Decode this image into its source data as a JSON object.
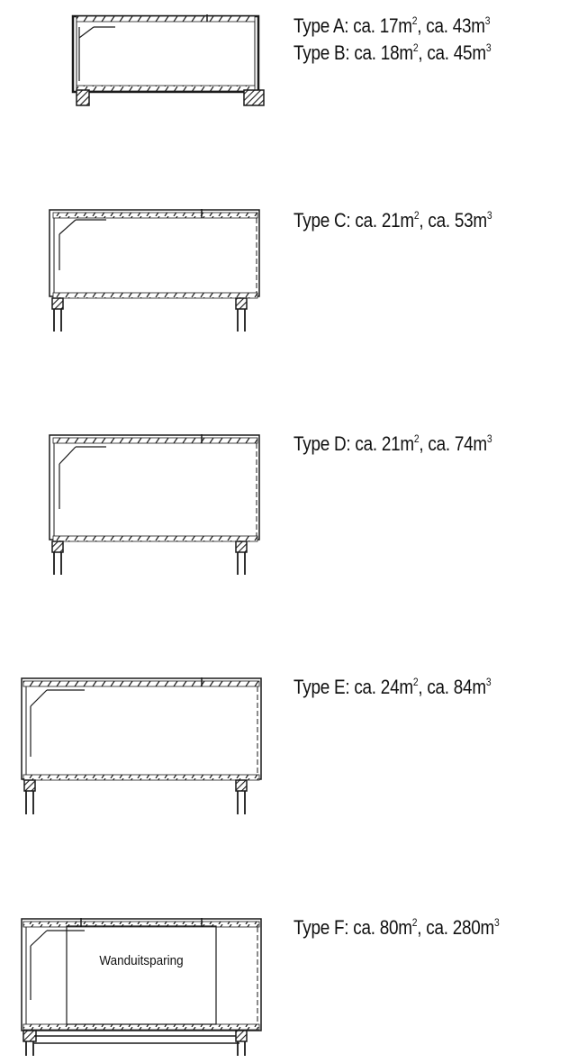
{
  "types": [
    {
      "id": "ab",
      "lines": [
        {
          "label": "Type A: ca. 17m",
          "area_sup": "2",
          "mid": ", ca. 43m",
          "vol_sup": "3"
        },
        {
          "label": "Type B: ca. 18m",
          "area_sup": "2",
          "mid": ", ca. 45m",
          "vol_sup": "3"
        }
      ]
    },
    {
      "id": "c",
      "lines": [
        {
          "label": "Type C: ca. 21m",
          "area_sup": "2",
          "mid": ", ca. 53m",
          "vol_sup": "3"
        }
      ]
    },
    {
      "id": "d",
      "lines": [
        {
          "label": "Type D: ca. 21m",
          "area_sup": "2",
          "mid": ", ca. 74m",
          "vol_sup": "3"
        }
      ]
    },
    {
      "id": "e",
      "lines": [
        {
          "label": "Type E: ca. 24m",
          "area_sup": "2",
          "mid": ", ca. 84m",
          "vol_sup": "3"
        }
      ]
    },
    {
      "id": "f",
      "lines": [
        {
          "label": "Type F: ca. 80m",
          "area_sup": "2",
          "mid": ", ca. 280m",
          "vol_sup": "3"
        }
      ]
    }
  ],
  "wall_opening_label": "Wanduitsparing",
  "colors": {
    "line": "#1a1a1a",
    "background": "#ffffff"
  }
}
